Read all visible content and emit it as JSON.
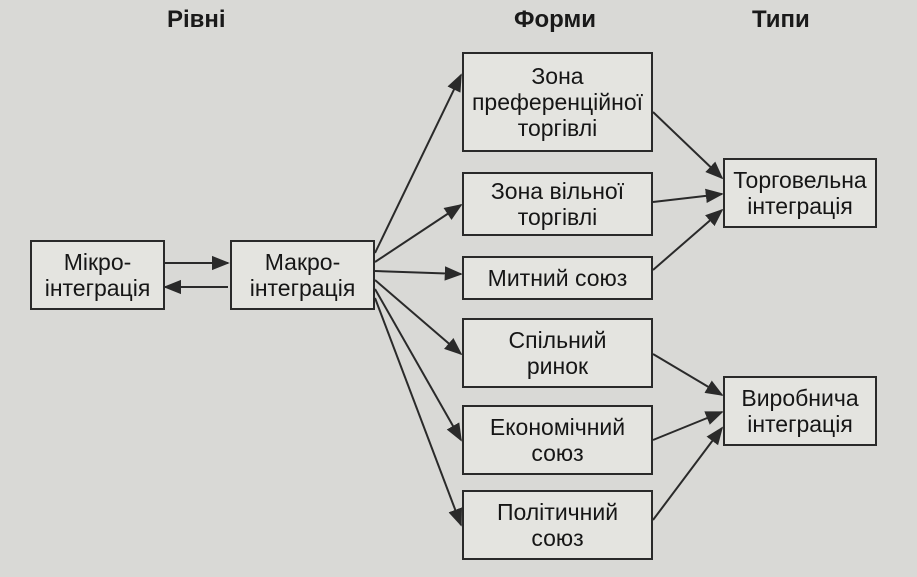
{
  "headers": {
    "levels": "Рівні",
    "forms": "Форми",
    "types": "Типи"
  },
  "levels": {
    "micro": "Мікро-\nінтеграція",
    "macro": "Макро-\nінтеграція"
  },
  "forms": [
    "Зона\nпреференційної\nторгівлі",
    "Зона вільної\nторгівлі",
    "Митний союз",
    "Спільний\nринок",
    "Економічний\nсоюз",
    "Політичний\nсоюз"
  ],
  "types": {
    "trade": "Торговельна\nінтеграція",
    "production": "Виробнича\nінтеграція"
  },
  "colors": {
    "background": "#d9d9d6",
    "box_fill": "#e4e4e0",
    "line": "#2a2a2a"
  }
}
